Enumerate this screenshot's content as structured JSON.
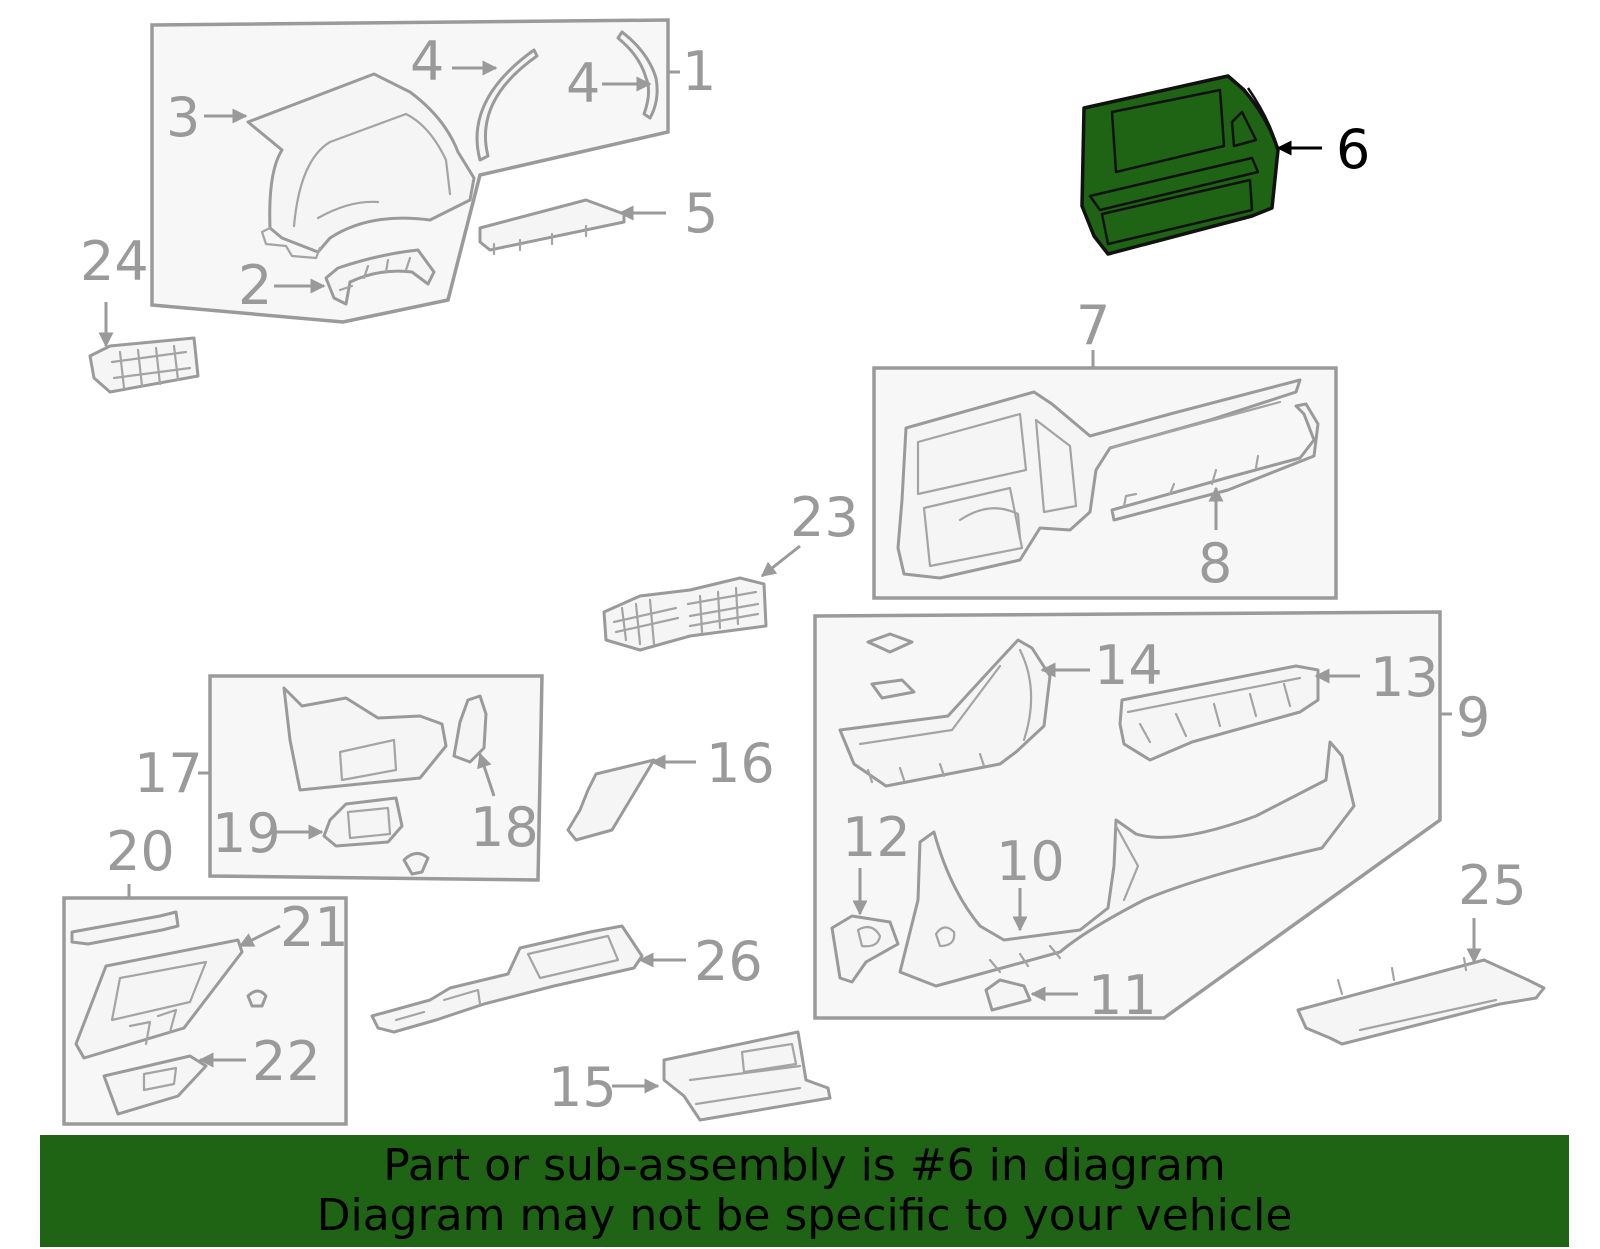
{
  "highlight_color": "#1e6414",
  "highlighted_callout": "6",
  "callouts": {
    "c1": "1",
    "c2": "2",
    "c3": "3",
    "c4a": "4",
    "c4b": "4",
    "c5": "5",
    "c6": "6",
    "c7": "7",
    "c8": "8",
    "c9": "9",
    "c10": "10",
    "c11": "11",
    "c12": "12",
    "c13": "13",
    "c14": "14",
    "c15": "15",
    "c16": "16",
    "c17": "17",
    "c18": "18",
    "c19": "19",
    "c20": "20",
    "c21": "21",
    "c22": "22",
    "c23": "23",
    "c24": "24",
    "c25": "25",
    "c26": "26"
  },
  "banner": {
    "line1": "Part or sub-assembly is #6 in diagram",
    "line2": "Diagram may not be specific to your vehicle"
  }
}
